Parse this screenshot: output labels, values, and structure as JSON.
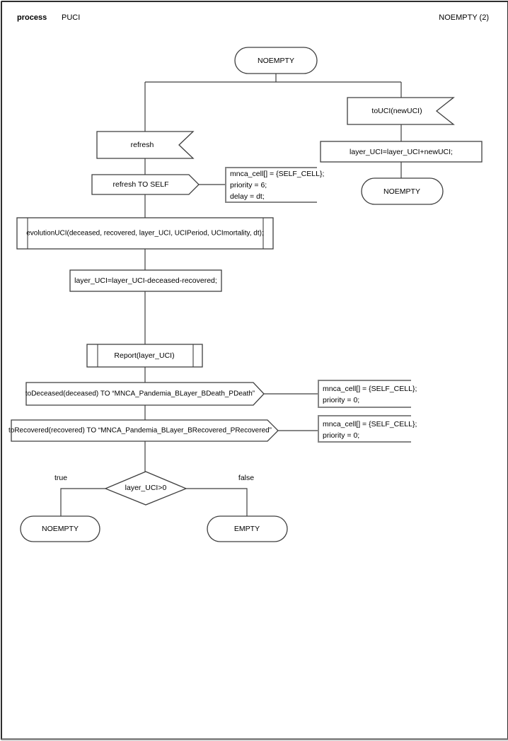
{
  "header": {
    "kind": "process",
    "process_name": "PUCI",
    "page": "NOEMPTY (2)"
  },
  "nodes": {
    "start_state": "NOEMPTY",
    "input_refresh": "refresh",
    "output_refresh_self": "refresh TO SELF",
    "comment_refresh": "mnca_cell[] = {SELF_CELL};\npriority = 6;\ndelay = dt;",
    "task_evolution": "evolutionUCI(deceased, recovered, layer_UCI, UCIPeriod, UCImortality, dt);",
    "task_subtract": "layer_UCI=layer_UCI-deceased-recovered;",
    "procedure_report": "Report(layer_UCI)",
    "output_deceased": "toDeceased(deceased) TO “MNCA_Pandemia_BLayer_BDeath_PDeath”",
    "comment_deceased": "mnca_cell[] = {SELF_CELL};\npriority = 0;",
    "output_recovered": "toRecovered(recovered) TO “MNCA_Pandemia_BLayer_BRecovered_PRecovered”",
    "comment_recovered": "mnca_cell[] = {SELF_CELL};\npriority = 0;",
    "decision": "layer_UCI>0",
    "label_true": "true",
    "label_false": "false",
    "state_true_result": "NOEMPTY",
    "state_false_result": "EMPTY",
    "input_touci": "toUCI(newUCI)",
    "task_add": "layer_UCI=layer_UCI+newUCI;",
    "state_after_touci": "NOEMPTY"
  },
  "colors": {
    "shape_stroke": "#3f3f3f",
    "comment_stroke": "#858585",
    "text": "#000000",
    "background": "#ffffff"
  }
}
